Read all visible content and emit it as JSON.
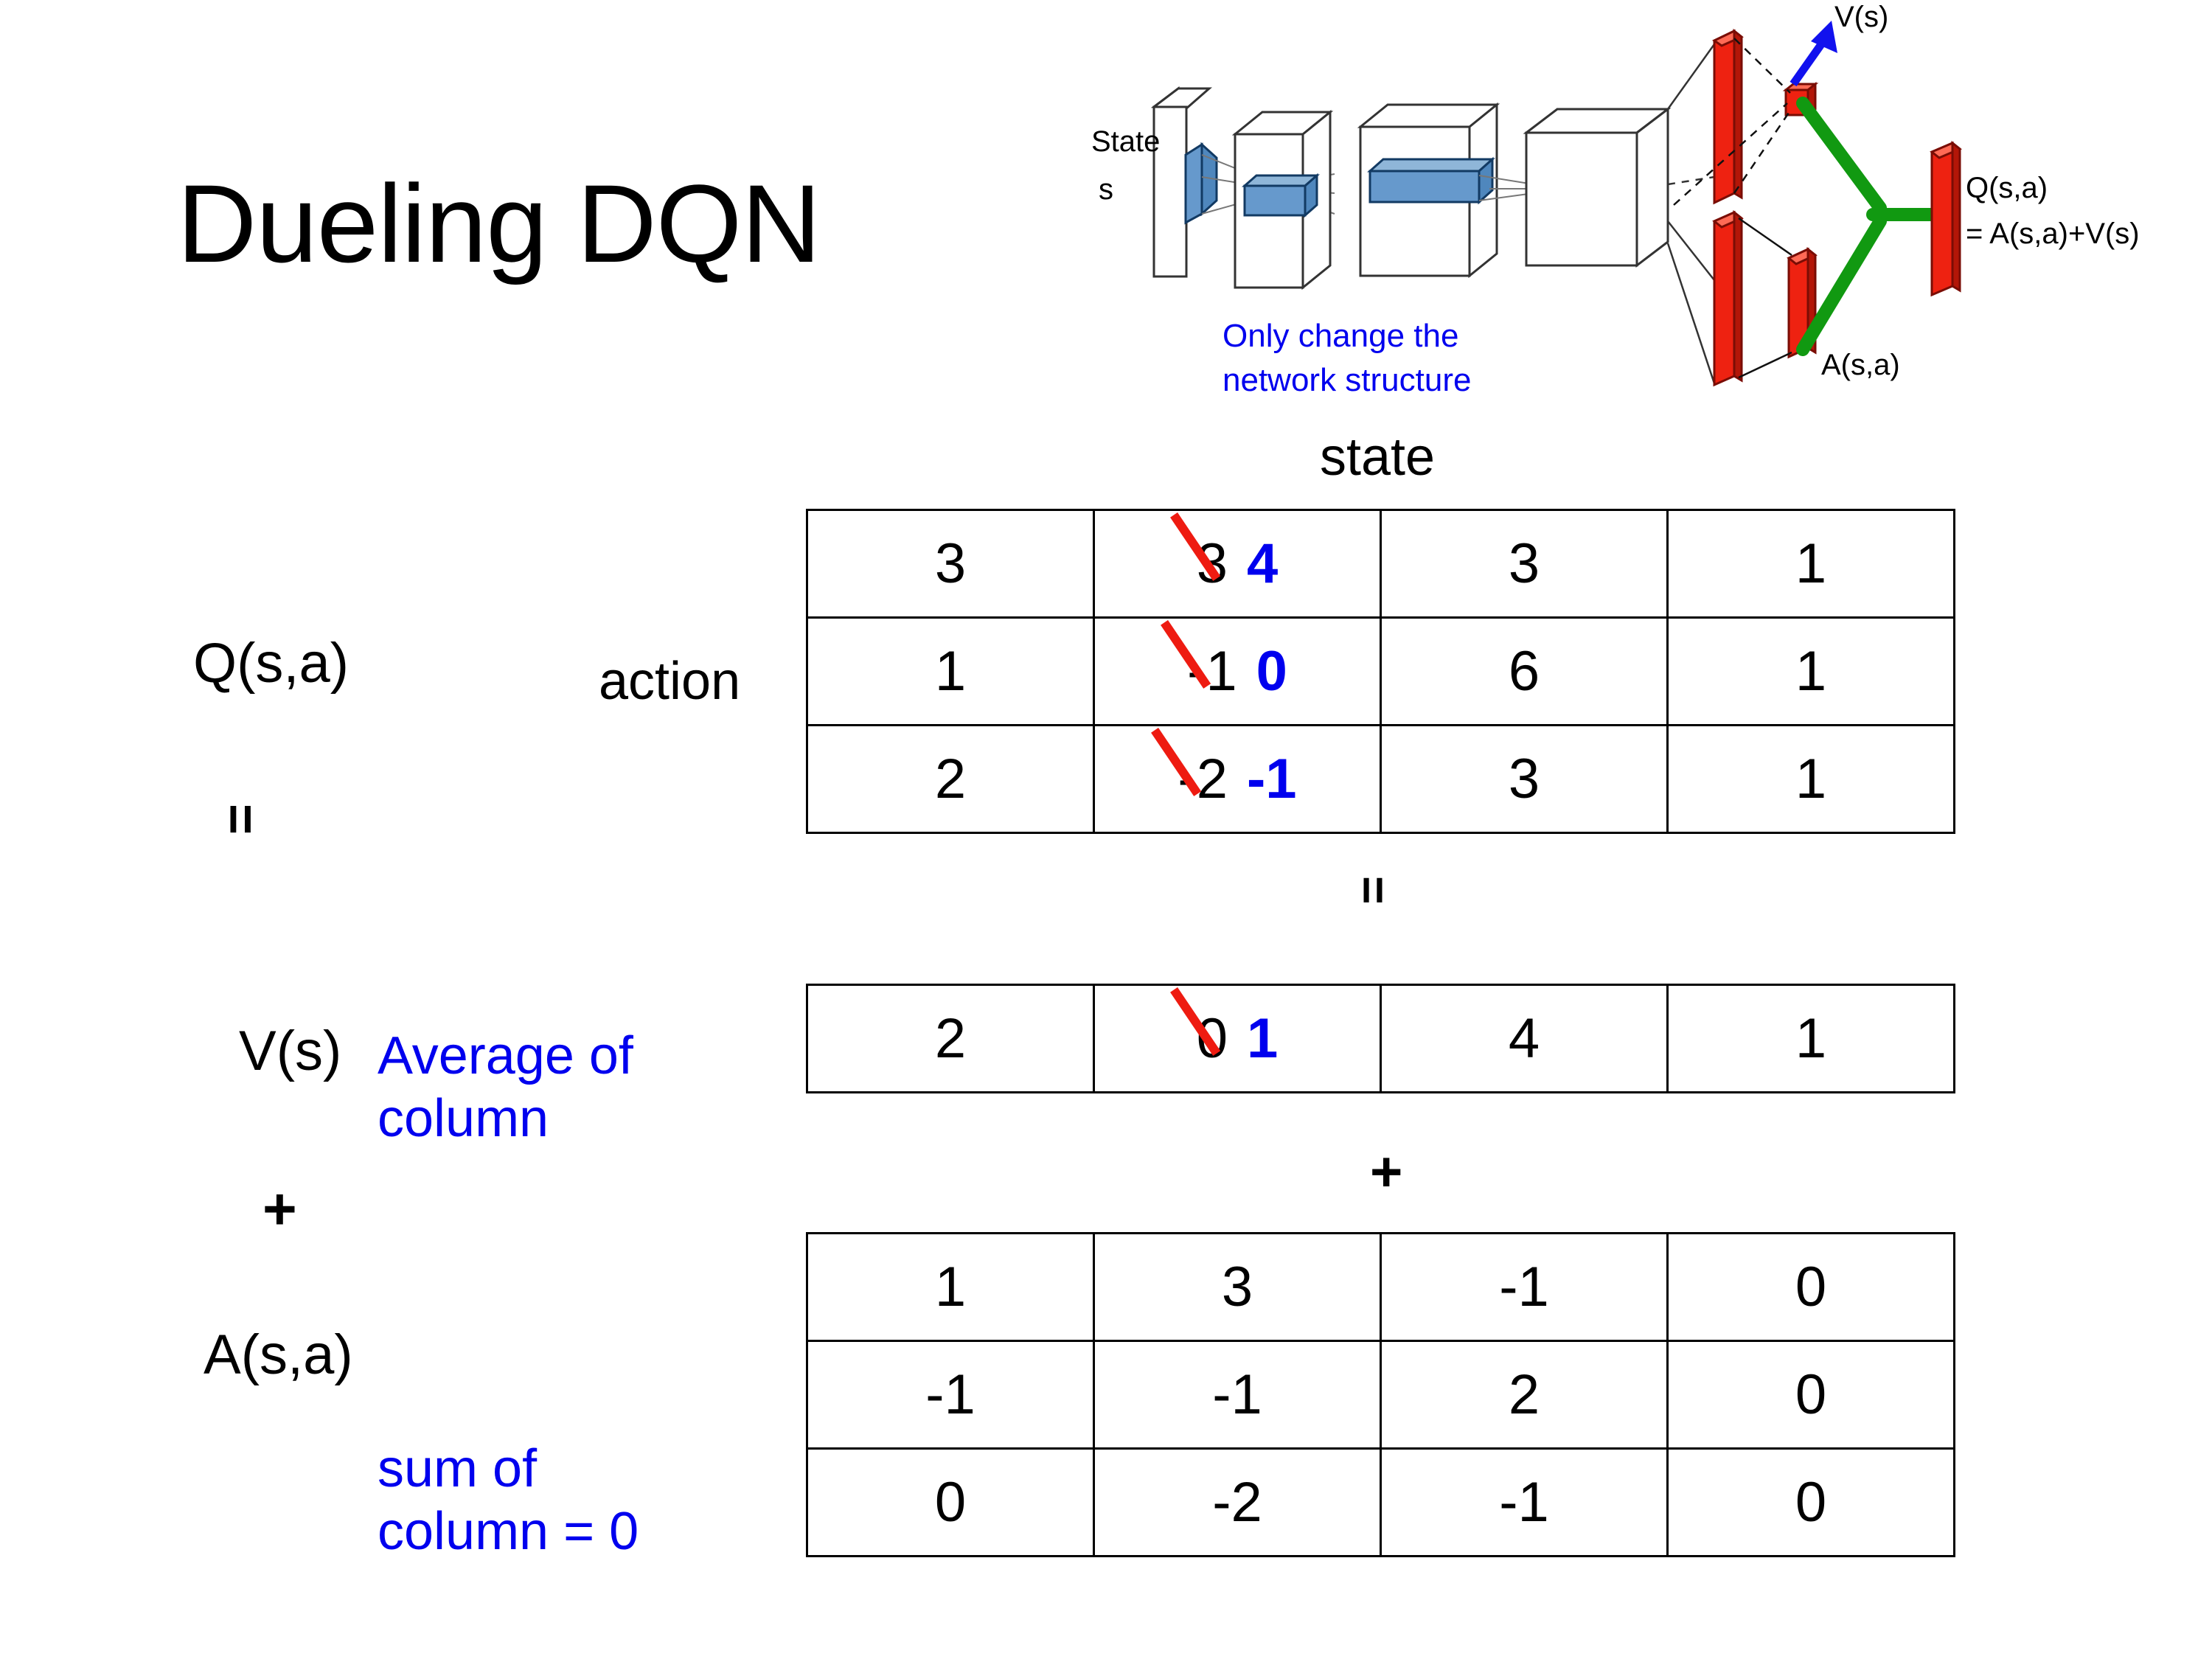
{
  "title": "Dueling DQN",
  "colors": {
    "accent_blue": "#0000ee",
    "strike_red": "#ee1b11",
    "bar_red": "#ee2211",
    "link_green": "#119911",
    "layer_blue": "#6699cc"
  },
  "diagram": {
    "input_label_line1": "State",
    "input_label_line2": "s",
    "note_line1": "Only change the",
    "note_line2": "network structure",
    "value_label": "V(s)",
    "advantage_label": "A(s,a)",
    "q_label_line1": "Q(s,a)",
    "q_label_line2": "= A(s,a)+V(s)"
  },
  "labels": {
    "state": "state",
    "action": "action",
    "q": "Q(s,a)",
    "v": "V(s)",
    "a": "A(s,a)",
    "equals_left": "=",
    "equals_mid": "=",
    "plus_left": "+",
    "plus_mid": "+",
    "note_average": "Average of\ncolumn",
    "note_sum": "sum of\ncolumn = 0"
  },
  "chart_data": {
    "type": "table",
    "title": "Dueling DQN  Q(s,a) = V(s) + A(s,a)",
    "xlabel": "state",
    "ylabel": "action",
    "tables": [
      {
        "name": "Q(s,a)",
        "rows": [
          [
            "3",
            "3",
            "3",
            "1"
          ],
          [
            "1",
            "-1",
            "6",
            "1"
          ],
          [
            "2",
            "-2",
            "3",
            "1"
          ]
        ],
        "edits": [
          {
            "row": 0,
            "col": 1,
            "old": "3",
            "new": "4"
          },
          {
            "row": 1,
            "col": 1,
            "old": "-1",
            "new": "0"
          },
          {
            "row": 2,
            "col": 1,
            "old": "-2",
            "new": "-1"
          }
        ]
      },
      {
        "name": "V(s)",
        "rows": [
          [
            "2",
            "0",
            "4",
            "1"
          ]
        ],
        "edits": [
          {
            "row": 0,
            "col": 1,
            "old": "0",
            "new": "1"
          }
        ]
      },
      {
        "name": "A(s,a)",
        "rows": [
          [
            "1",
            "3",
            "-1",
            "0"
          ],
          [
            "-1",
            "-1",
            "2",
            "0"
          ],
          [
            "0",
            "-2",
            "-1",
            "0"
          ]
        ],
        "edits": []
      }
    ]
  }
}
